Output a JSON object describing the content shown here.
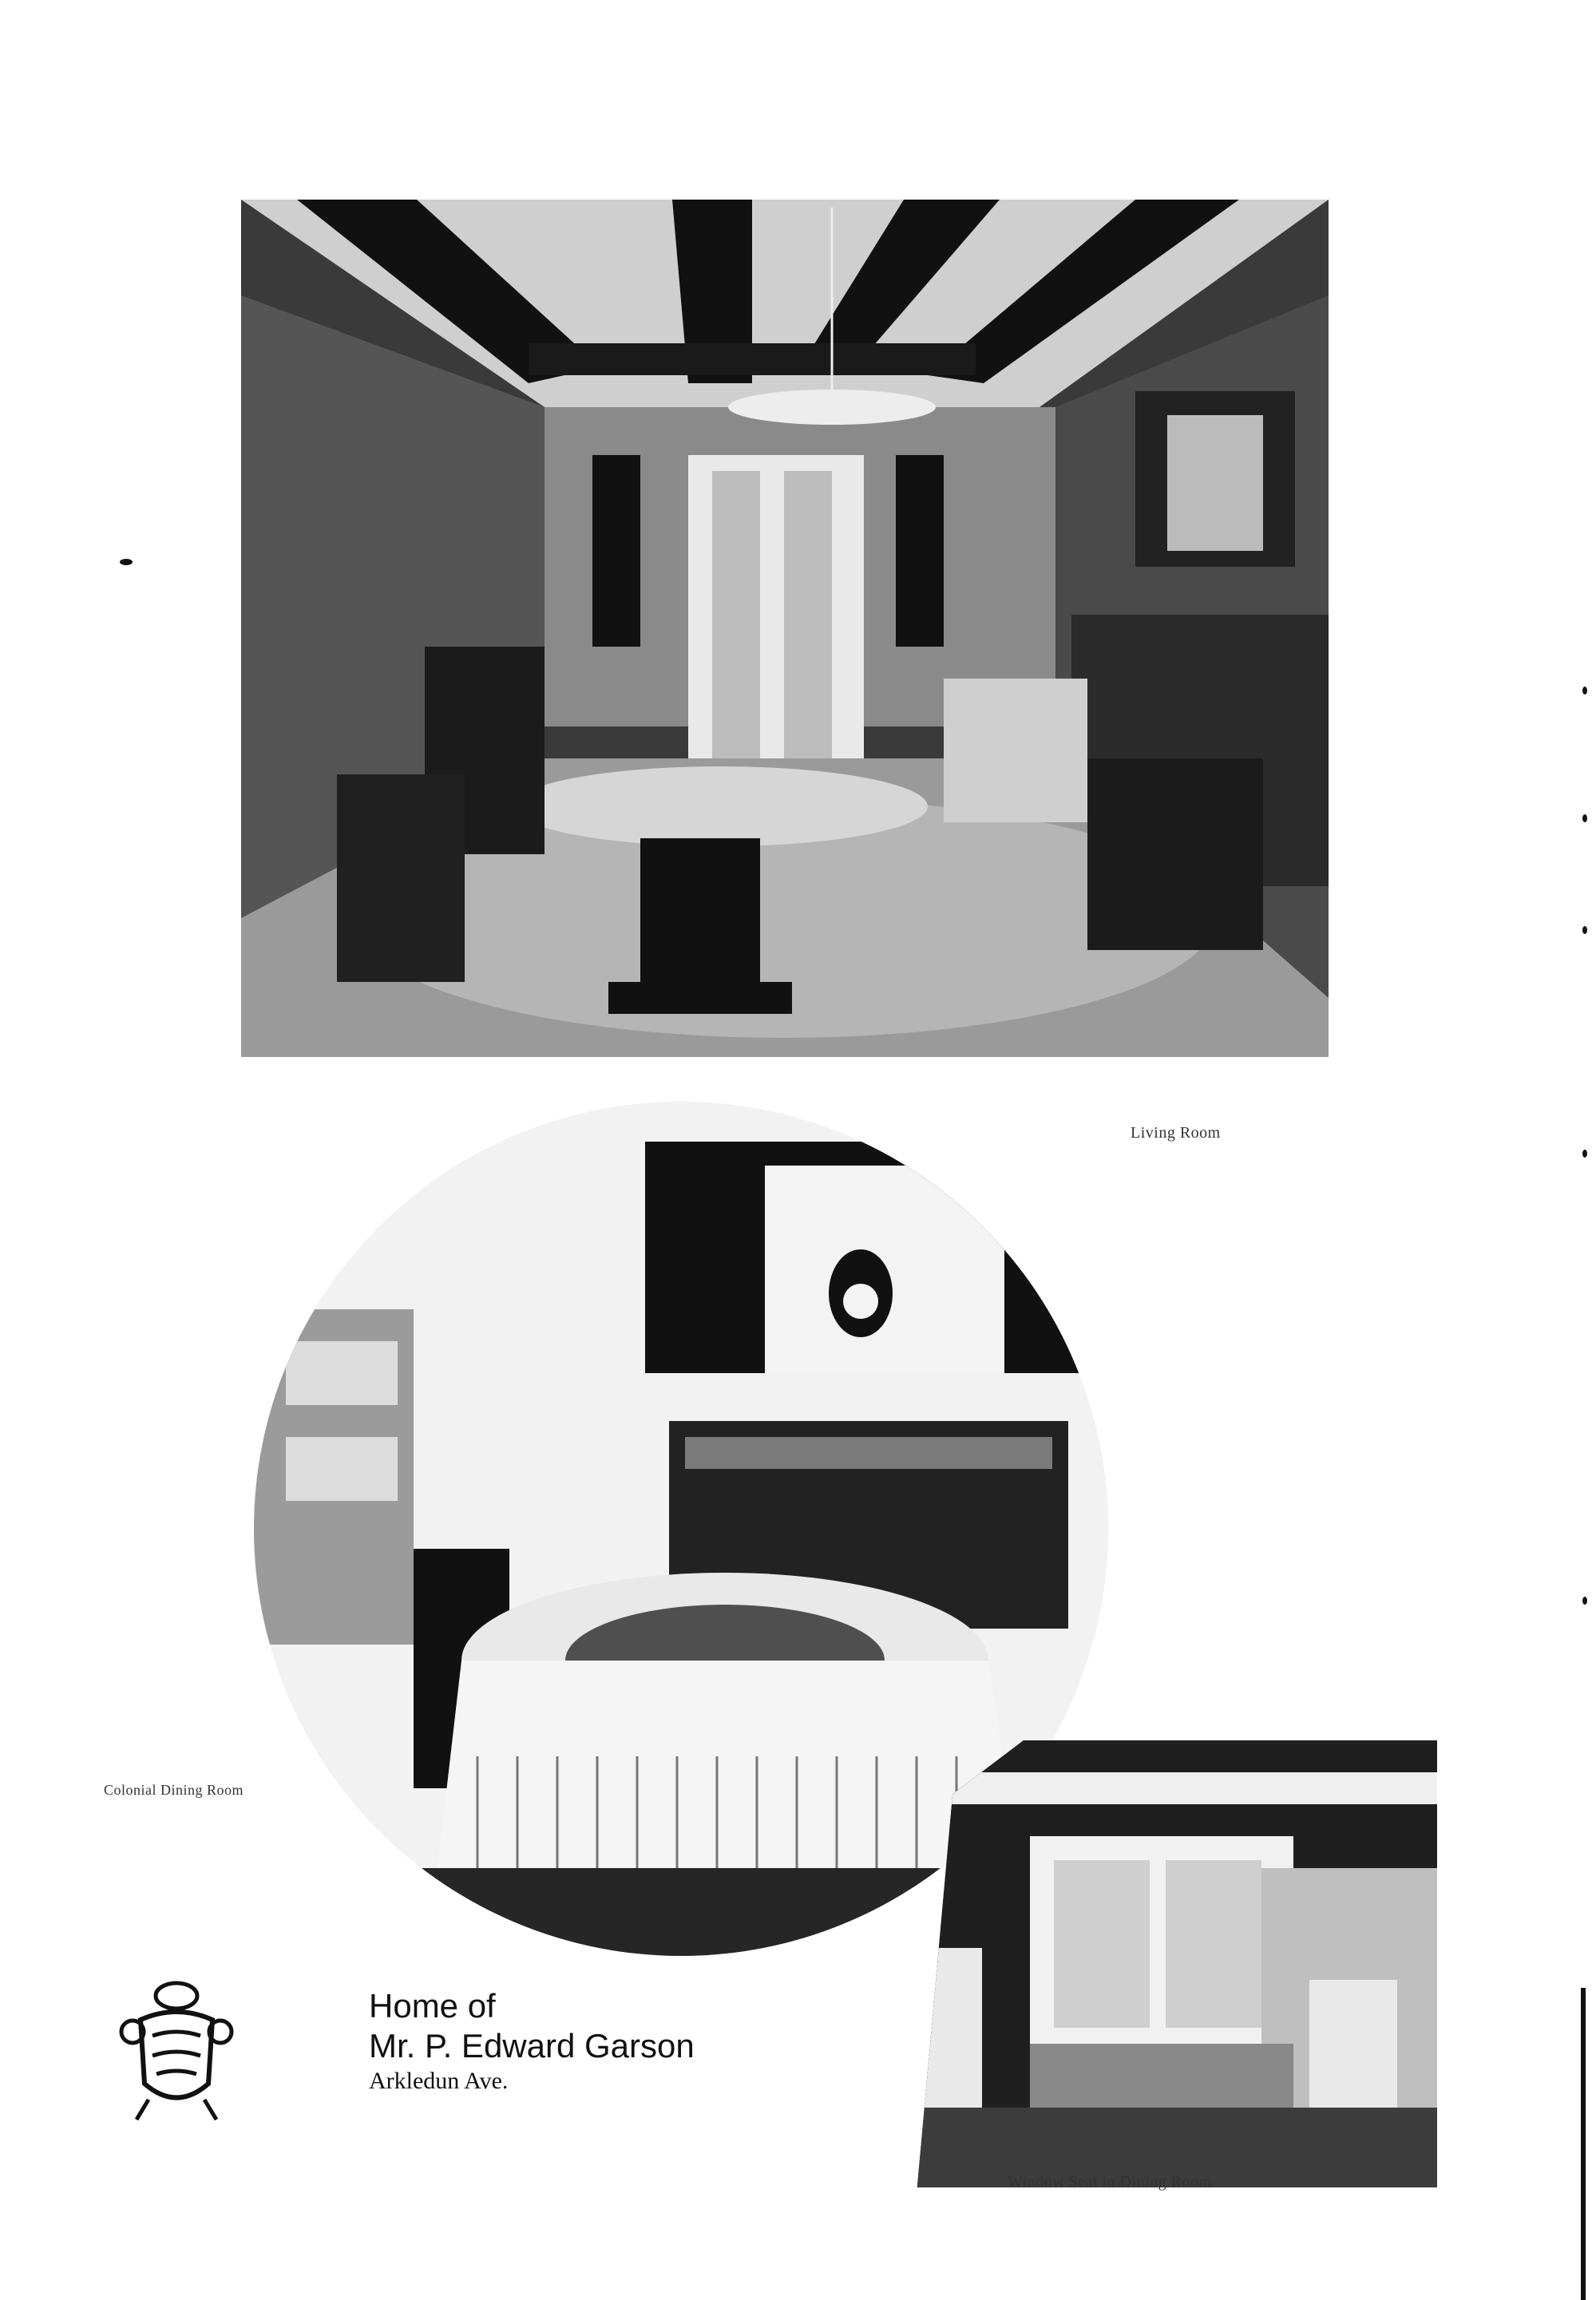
{
  "captions": {
    "living_room": "Living Room",
    "dining_room": "Colonial Dining Room",
    "window_seat": "Window Seat in Dining Room"
  },
  "title": {
    "line1": "Home of",
    "line2": "Mr. P. Edward Garson",
    "line3": "Arkledun Ave."
  },
  "crest": {
    "icon": "heraldic-crest-icon"
  },
  "colors": {
    "ink": "#111111",
    "paper": "#ffffff"
  }
}
